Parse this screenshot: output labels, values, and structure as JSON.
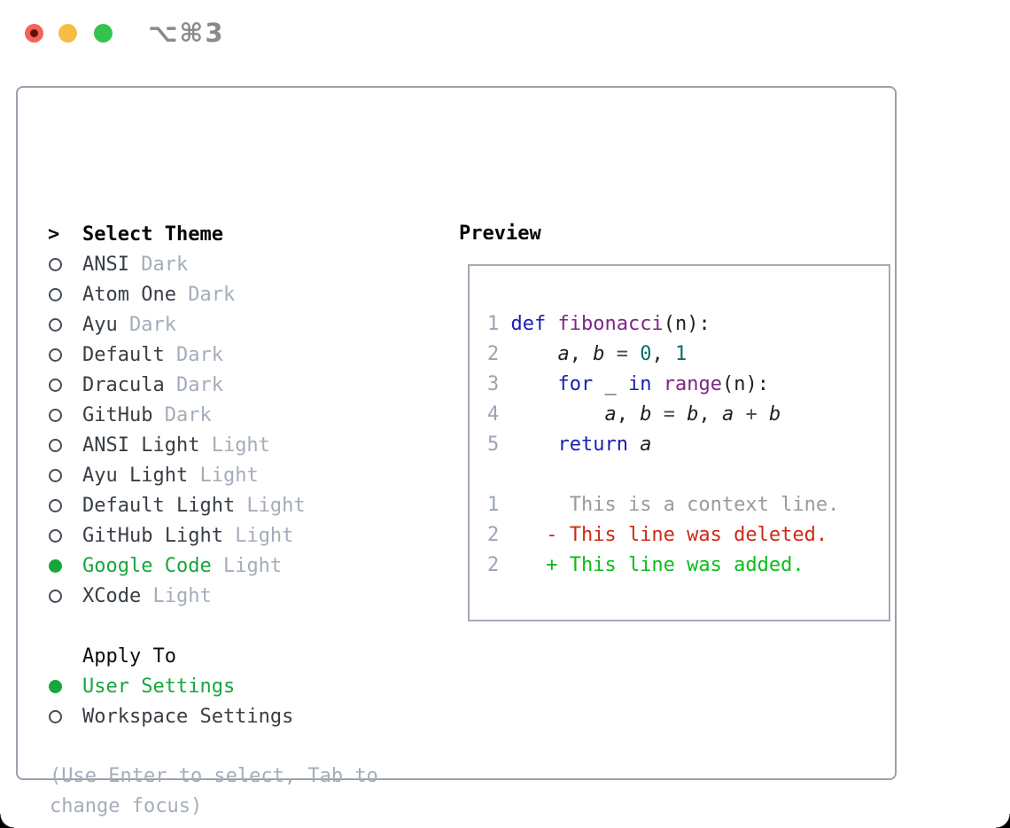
{
  "window": {
    "shortcut": "⌥⌘3",
    "traffic_lights": {
      "close": "#f4635a",
      "minimize": "#f6bd42",
      "zoom": "#36c24f"
    }
  },
  "theme_picker": {
    "cursor": ">",
    "title": "Select Theme",
    "themes": [
      {
        "name": "ANSI",
        "variant": "Dark",
        "selected": false
      },
      {
        "name": "Atom One",
        "variant": "Dark",
        "selected": false
      },
      {
        "name": "Ayu",
        "variant": "Dark",
        "selected": false
      },
      {
        "name": "Default",
        "variant": "Dark",
        "selected": false
      },
      {
        "name": "Dracula",
        "variant": "Dark",
        "selected": false
      },
      {
        "name": "GitHub",
        "variant": "Dark",
        "selected": false
      },
      {
        "name": "ANSI Light",
        "variant": "Light",
        "selected": false
      },
      {
        "name": "Ayu Light",
        "variant": "Light",
        "selected": false
      },
      {
        "name": "Default Light",
        "variant": "Light",
        "selected": false
      },
      {
        "name": "GitHub Light",
        "variant": "Light",
        "selected": false
      },
      {
        "name": "Google Code",
        "variant": "Light",
        "selected": true
      },
      {
        "name": "XCode",
        "variant": "Light",
        "selected": false
      }
    ],
    "apply_to": {
      "label": "Apply To",
      "options": [
        {
          "label": "User Settings",
          "selected": true
        },
        {
          "label": "Workspace Settings",
          "selected": false
        }
      ]
    },
    "help": "(Use Enter to select, Tab to change focus)"
  },
  "preview": {
    "title": "Preview",
    "code_lines": [
      {
        "num": "1",
        "segments": [
          [
            "kw",
            "def"
          ],
          [
            "pl",
            " "
          ],
          [
            "fn",
            "fibonacci"
          ],
          [
            "pl",
            "(n):"
          ]
        ]
      },
      {
        "num": "2",
        "segments": [
          [
            "pl",
            "    "
          ],
          [
            "var",
            "a"
          ],
          [
            "pl",
            ", "
          ],
          [
            "var",
            "b"
          ],
          [
            "op",
            " = "
          ],
          [
            "lit",
            "0"
          ],
          [
            "pl",
            ", "
          ],
          [
            "lit",
            "1"
          ]
        ]
      },
      {
        "num": "3",
        "segments": [
          [
            "pl",
            "    "
          ],
          [
            "kw",
            "for"
          ],
          [
            "pl",
            " _ "
          ],
          [
            "kw",
            "in"
          ],
          [
            "pl",
            " "
          ],
          [
            "fn",
            "range"
          ],
          [
            "pl",
            "(n):"
          ]
        ]
      },
      {
        "num": "4",
        "segments": [
          [
            "pl",
            "        "
          ],
          [
            "var",
            "a"
          ],
          [
            "pl",
            ", "
          ],
          [
            "var",
            "b"
          ],
          [
            "op",
            " = "
          ],
          [
            "var",
            "b"
          ],
          [
            "pl",
            ", "
          ],
          [
            "var",
            "a"
          ],
          [
            "op",
            " + "
          ],
          [
            "var",
            "b"
          ]
        ]
      },
      {
        "num": "5",
        "segments": [
          [
            "pl",
            "    "
          ],
          [
            "kw",
            "return"
          ],
          [
            "pl",
            " "
          ],
          [
            "var",
            "a"
          ]
        ]
      }
    ],
    "diff_lines": [
      {
        "num": "1",
        "type": "context",
        "text": "      This is a context line."
      },
      {
        "num": "2",
        "type": "deleted",
        "text": "    - This line was deleted."
      },
      {
        "num": "2",
        "type": "added",
        "text": "    + This line was added."
      }
    ]
  },
  "colors": {
    "accent_green": "#17a63c",
    "keyword_blue": "#161fb3",
    "function_purple": "#7d2585",
    "literal_teal": "#0b6a6a",
    "deleted_red": "#cd2b13",
    "added_green": "#0abe18",
    "muted_gray": "#a4adba",
    "panel_border": "#99a1ad"
  }
}
